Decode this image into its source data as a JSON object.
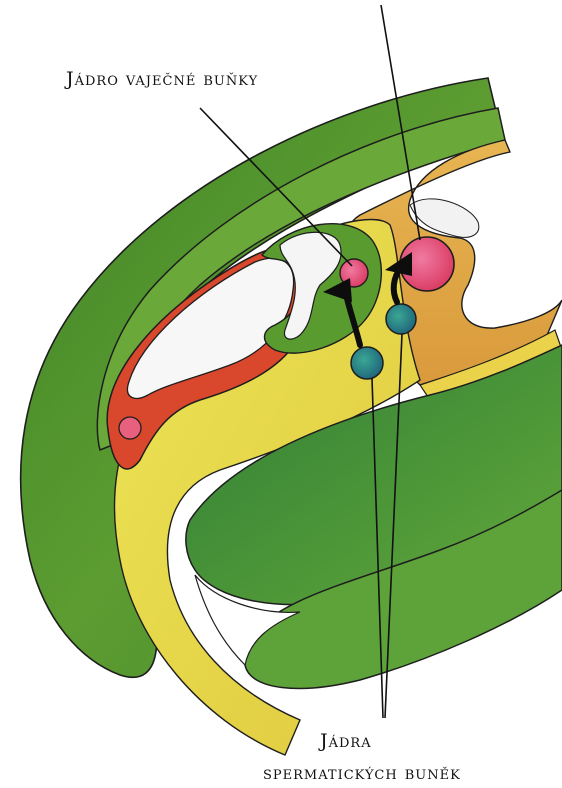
{
  "labels": {
    "egg_nucleus": "Jádro vaječné buňky",
    "sperm_nuclei_line1": "Jádra",
    "sperm_nuclei_line2": "spermatických buněk"
  },
  "colors": {
    "outer_integument": "#4f8f2c",
    "outer_integument_light": "#7eb548",
    "inner_tissue_yellow": "#e8d94a",
    "orange_tissue": "#e3a646",
    "red_cell": "#d9482e",
    "egg_nucleus": "#e0446f",
    "sperm_nucleus": "#2a8a7a",
    "white_cavity": "#f7f7f7"
  }
}
